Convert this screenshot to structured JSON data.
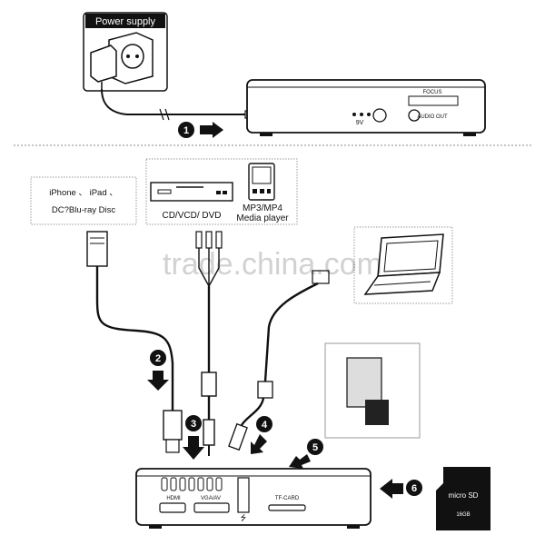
{
  "top": {
    "power_supply_label": "Power supply",
    "port_9v_label": "9V",
    "focus_label": "FOCUS",
    "audio_out_label": "AUDIO OUT"
  },
  "sources": {
    "devices_text_line1": "iPhone 、 iPad 、",
    "devices_text_line2": "DC?Blu-ray Disc",
    "cd_label": "CD/VCD/ DVD",
    "mp3_label_line1": "MP3/MP4",
    "mp3_label_line2": "Media player"
  },
  "projector": {
    "hdmi_label": "HDMI",
    "vga_av_label": "VGA/AV",
    "tf_card_label": "TF-CARD",
    "usb_symbol": "⭍"
  },
  "sd_card": {
    "brand_label": "micro SD",
    "size_label": "16GB"
  },
  "steps": [
    "1",
    "2",
    "3",
    "4",
    "5",
    "6"
  ],
  "watermark": "trade.china.com",
  "colors": {
    "line": "#111111",
    "step_fill": "#111111",
    "step_text": "#ffffff",
    "dashed": "#888888"
  }
}
